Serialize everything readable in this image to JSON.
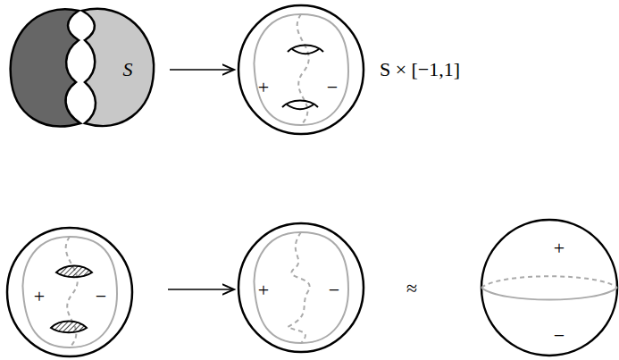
{
  "diagram": {
    "labels": [
      "S",
      "S × [−1,1]",
      "+",
      "−",
      "+",
      "−",
      "+",
      "−",
      "≈",
      "+",
      "−"
    ]
  }
}
